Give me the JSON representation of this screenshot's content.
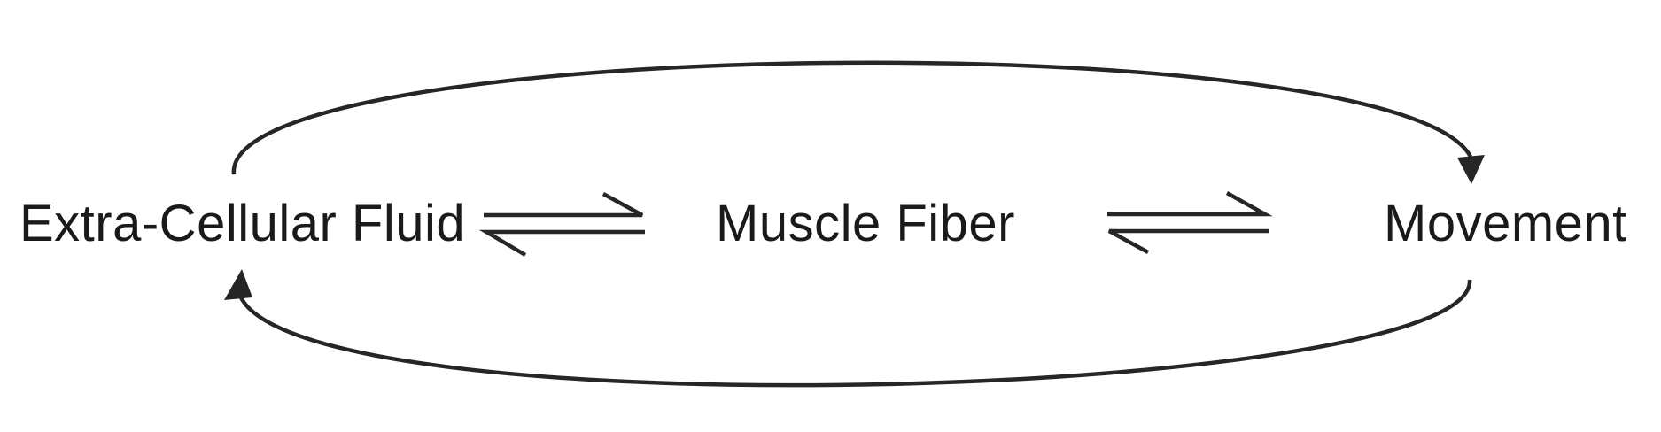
{
  "diagram": {
    "nodes": [
      {
        "id": "ecf",
        "label": "Extra-Cellular Fluid"
      },
      {
        "id": "mf",
        "label": "Muscle Fiber"
      },
      {
        "id": "mv",
        "label": "Movement"
      }
    ],
    "edges": [
      {
        "from": "ecf",
        "to": "mf",
        "type": "reversible"
      },
      {
        "from": "mf",
        "to": "mv",
        "type": "reversible"
      },
      {
        "from": "ecf",
        "to": "mv",
        "type": "curved-arrow"
      },
      {
        "from": "mv",
        "to": "ecf",
        "type": "curved-arrow"
      }
    ],
    "colors": {
      "stroke": "#262626",
      "text": "#1a1a1a",
      "background": "#ffffff"
    }
  }
}
